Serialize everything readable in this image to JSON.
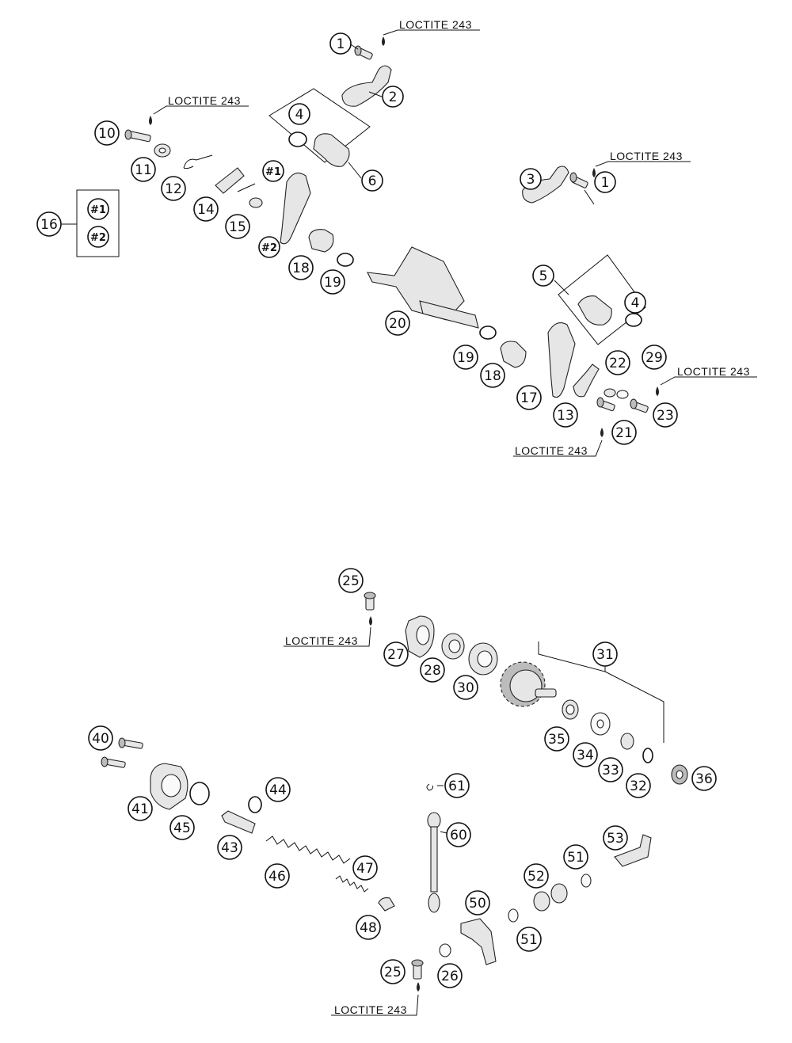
{
  "diagram": {
    "adhesive_note": "LOCTITE 243",
    "callouts": [
      {
        "id": "c1a",
        "text": "1"
      },
      {
        "id": "c1b",
        "text": "1"
      },
      {
        "id": "c2",
        "text": "2"
      },
      {
        "id": "c3",
        "text": "3"
      },
      {
        "id": "c4a",
        "text": "4"
      },
      {
        "id": "c4b",
        "text": "4"
      },
      {
        "id": "c5",
        "text": "5"
      },
      {
        "id": "c6",
        "text": "6"
      },
      {
        "id": "c10",
        "text": "10"
      },
      {
        "id": "c11",
        "text": "11"
      },
      {
        "id": "c12",
        "text": "12"
      },
      {
        "id": "c13",
        "text": "13"
      },
      {
        "id": "c14",
        "text": "14"
      },
      {
        "id": "c15",
        "text": "15"
      },
      {
        "id": "c16",
        "text": "16"
      },
      {
        "id": "c17",
        "text": "17"
      },
      {
        "id": "c18a",
        "text": "18"
      },
      {
        "id": "c18b",
        "text": "18"
      },
      {
        "id": "c19a",
        "text": "19"
      },
      {
        "id": "c19b",
        "text": "19"
      },
      {
        "id": "c20",
        "text": "20"
      },
      {
        "id": "c21",
        "text": "21"
      },
      {
        "id": "c22",
        "text": "22"
      },
      {
        "id": "c23",
        "text": "23"
      },
      {
        "id": "c29",
        "text": "29"
      },
      {
        "id": "cv1a",
        "text": "#1"
      },
      {
        "id": "cv2a",
        "text": "#2"
      },
      {
        "id": "cv1b",
        "text": "#1"
      },
      {
        "id": "cv2b",
        "text": "#2"
      },
      {
        "id": "c25a",
        "text": "25"
      },
      {
        "id": "c27",
        "text": "27"
      },
      {
        "id": "c28",
        "text": "28"
      },
      {
        "id": "c30",
        "text": "30"
      },
      {
        "id": "c31",
        "text": "31"
      },
      {
        "id": "c32",
        "text": "32"
      },
      {
        "id": "c33",
        "text": "33"
      },
      {
        "id": "c34",
        "text": "34"
      },
      {
        "id": "c35",
        "text": "35"
      },
      {
        "id": "c36",
        "text": "36"
      },
      {
        "id": "c40",
        "text": "40"
      },
      {
        "id": "c41",
        "text": "41"
      },
      {
        "id": "c43",
        "text": "43"
      },
      {
        "id": "c44",
        "text": "44"
      },
      {
        "id": "c45",
        "text": "45"
      },
      {
        "id": "c46",
        "text": "46"
      },
      {
        "id": "c47",
        "text": "47"
      },
      {
        "id": "c48",
        "text": "48"
      },
      {
        "id": "c50",
        "text": "50"
      },
      {
        "id": "c51a",
        "text": "51"
      },
      {
        "id": "c51b",
        "text": "51"
      },
      {
        "id": "c52",
        "text": "52"
      },
      {
        "id": "c53",
        "text": "53"
      },
      {
        "id": "c60",
        "text": "60"
      },
      {
        "id": "c61",
        "text": "61"
      },
      {
        "id": "c25b",
        "text": "25"
      },
      {
        "id": "c26",
        "text": "26"
      }
    ]
  }
}
